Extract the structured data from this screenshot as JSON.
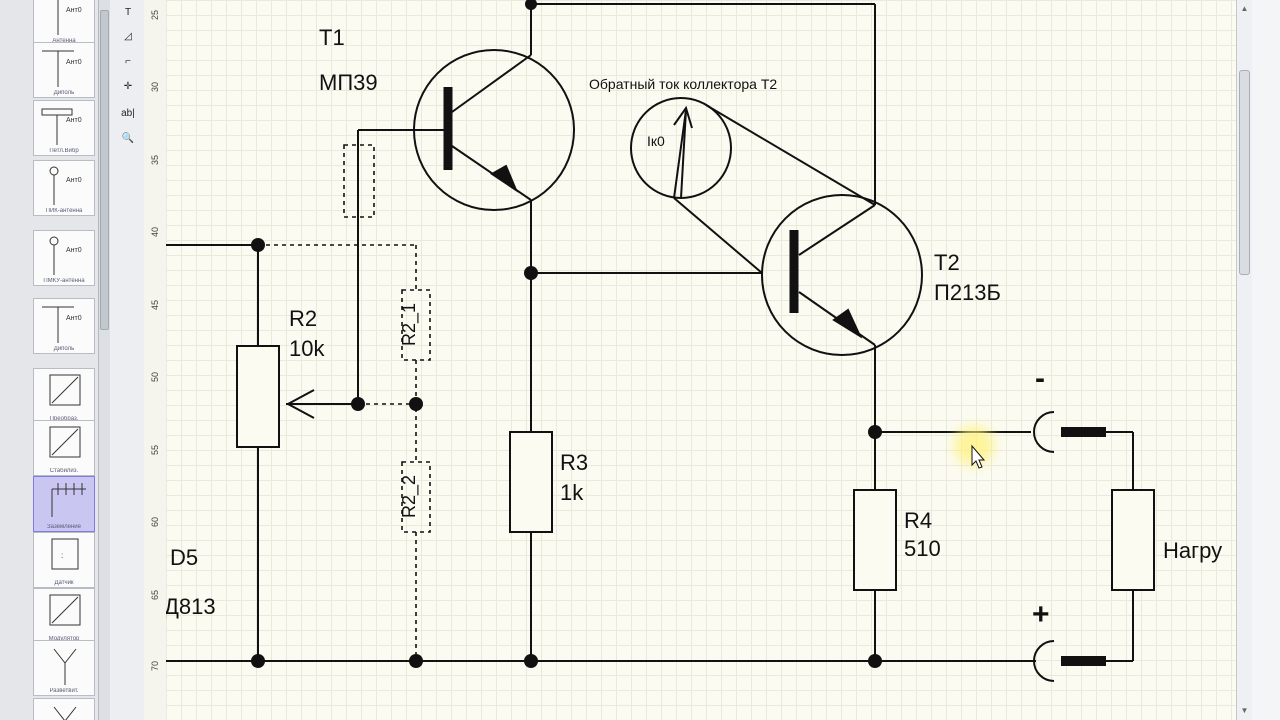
{
  "palette": {
    "items": [
      {
        "caption": "Антенна",
        "tag": "Ант0",
        "icon": "antenna-icon"
      },
      {
        "caption": "Диполь",
        "tag": "Ант0",
        "icon": "dipole-icon"
      },
      {
        "caption": "Петл.Вибр",
        "tag": "Ант0",
        "icon": "loop-vibrator-icon"
      },
      {
        "caption": "ПИК-антенна",
        "tag": "Ант0",
        "icon": "pik-antenna-icon"
      },
      {
        "caption": "ПМКУ-антенна",
        "tag": "Ант0",
        "icon": "pmku-antenna-icon"
      },
      {
        "caption": "Диполь",
        "tag": "Ант0",
        "icon": "dipole-icon"
      },
      {
        "caption": "Преобраз.",
        "tag": "",
        "icon": "converter-icon"
      },
      {
        "caption": "Стабилиз.",
        "tag": "",
        "icon": "stabilizer-icon"
      },
      {
        "caption": "Заземление",
        "tag": "",
        "icon": "ground-icon"
      },
      {
        "caption": "Датчик",
        "tag": "",
        "icon": "sensor-icon"
      },
      {
        "caption": "Модулятор",
        "tag": "",
        "icon": "modulator-icon"
      },
      {
        "caption": "Разветвит.",
        "tag": "",
        "icon": "splitter-icon"
      },
      {
        "caption": "",
        "tag": "",
        "icon": "splitter-icon"
      }
    ]
  },
  "tools": {
    "items": [
      {
        "label": "T",
        "icon": "text-tool-icon"
      },
      {
        "label": "◿",
        "icon": "polygon-tool-icon"
      },
      {
        "label": "⌐",
        "icon": "polyline-tool-icon"
      },
      {
        "label": "✛",
        "icon": "point-tool-icon"
      },
      {
        "label": "ab|",
        "icon": "label-tool-icon"
      },
      {
        "label": "🔍",
        "icon": "zoom-tool-icon"
      }
    ]
  },
  "ruler": {
    "labels": [
      "25",
      "30",
      "35",
      "40",
      "45",
      "50",
      "55",
      "60",
      "65",
      "70"
    ]
  },
  "schematic": {
    "t1_name": "T1",
    "t1_model": "МП39",
    "t2_name": "T2",
    "t2_model": "П213Б",
    "r2_name": "R2",
    "r2_value": "10k",
    "r2_1": "R2_1",
    "r2_2": "R2_2",
    "r3_name": "R3",
    "r3_value": "1k",
    "r4_name": "R4",
    "r4_value": "510",
    "d5_name": "D5",
    "d5_model": "Д813",
    "ik0_label": "Iк0",
    "reverse_current_note": "Обратный ток коллектора Т2",
    "load_label": "Нагру",
    "minus_sign": "-",
    "plus_sign": "+"
  }
}
